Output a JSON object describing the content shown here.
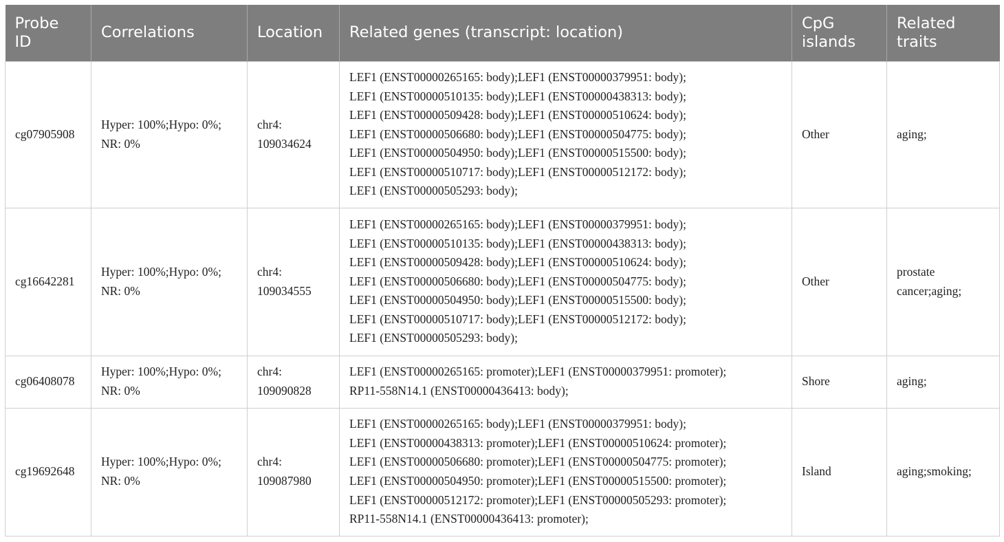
{
  "table": {
    "headers": [
      [
        "Probe",
        "ID"
      ],
      [
        "Correlations"
      ],
      [
        "Location"
      ],
      [
        "Related genes (transcript: location)"
      ],
      [
        "CpG",
        "islands"
      ],
      [
        "Related",
        "traits"
      ]
    ],
    "rows": [
      {
        "probe_id": "cg07905908",
        "correlations": [
          "Hyper: 100%;Hypo: 0%;",
          "NR: 0%"
        ],
        "location": [
          "chr4:",
          "109034624"
        ],
        "related_genes": [
          "LEF1 (ENST00000265165: body);LEF1 (ENST00000379951: body);",
          "LEF1 (ENST00000510135: body);LEF1 (ENST00000438313: body);",
          "LEF1 (ENST00000509428: body);LEF1 (ENST00000510624: body);",
          "LEF1 (ENST00000506680: body);LEF1 (ENST00000504775: body);",
          "LEF1 (ENST00000504950: body);LEF1 (ENST00000515500: body);",
          "LEF1 (ENST00000510717: body);LEF1 (ENST00000512172: body);",
          "LEF1 (ENST00000505293: body);"
        ],
        "cpg_islands": "Other",
        "related_traits": [
          "aging;"
        ]
      },
      {
        "probe_id": "cg16642281",
        "correlations": [
          "Hyper: 100%;Hypo: 0%;",
          "NR: 0%"
        ],
        "location": [
          "chr4:",
          "109034555"
        ],
        "related_genes": [
          "LEF1 (ENST00000265165: body);LEF1 (ENST00000379951: body);",
          "LEF1 (ENST00000510135: body);LEF1 (ENST00000438313: body);",
          "LEF1 (ENST00000509428: body);LEF1 (ENST00000510624: body);",
          "LEF1 (ENST00000506680: body);LEF1 (ENST00000504775: body);",
          "LEF1 (ENST00000504950: body);LEF1 (ENST00000515500: body);",
          "LEF1 (ENST00000510717: body);LEF1 (ENST00000512172: body);",
          "LEF1 (ENST00000505293: body);"
        ],
        "cpg_islands": "Other",
        "related_traits": [
          "prostate",
          "cancer;aging;"
        ]
      },
      {
        "probe_id": "cg06408078",
        "correlations": [
          "Hyper: 100%;Hypo: 0%;",
          "NR: 0%"
        ],
        "location": [
          "chr4:",
          "109090828"
        ],
        "related_genes": [
          "LEF1 (ENST00000265165: promoter);LEF1 (ENST00000379951: promoter);",
          "RP11-558N14.1 (ENST00000436413: body);"
        ],
        "cpg_islands": "Shore",
        "related_traits": [
          "aging;"
        ]
      },
      {
        "probe_id": "cg19692648",
        "correlations": [
          "Hyper: 100%;Hypo: 0%;",
          "NR: 0%"
        ],
        "location": [
          "chr4:",
          "109087980"
        ],
        "related_genes": [
          "LEF1 (ENST00000265165: body);LEF1 (ENST00000379951: body);",
          "LEF1 (ENST00000438313: promoter);LEF1 (ENST00000510624: promoter);",
          "LEF1 (ENST00000506680: promoter);LEF1 (ENST00000504775: promoter);",
          "LEF1 (ENST00000504950: promoter);LEF1 (ENST00000515500: promoter);",
          "LEF1 (ENST00000512172: promoter);LEF1 (ENST00000505293: promoter);",
          "RP11-558N14.1 (ENST00000436413: promoter);"
        ],
        "cpg_islands": "Island",
        "related_traits": [
          "aging;smoking;"
        ]
      }
    ]
  }
}
